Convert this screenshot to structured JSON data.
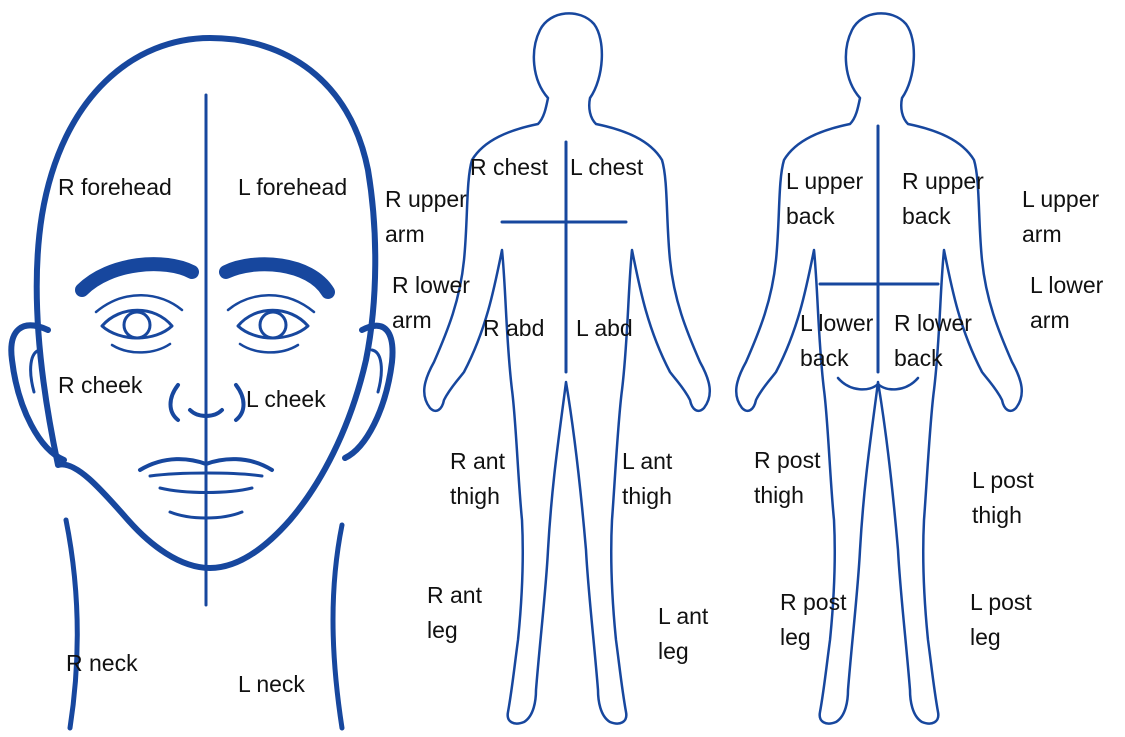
{
  "colors": {
    "outline": "#17479e",
    "divider": "#3d6db5",
    "text": "#111111",
    "background": "#ffffff"
  },
  "face": {
    "labels": {
      "r_forehead": "R forehead",
      "l_forehead": "L forehead",
      "r_cheek": "R cheek",
      "l_cheek": "L cheek",
      "r_neck": "R neck",
      "l_neck": "L neck"
    }
  },
  "front": {
    "labels": {
      "r_chest": "R chest",
      "l_chest": "L chest",
      "r_upper_arm": "R upper\narm",
      "r_lower_arm": "R lower\narm",
      "r_abd": "R abd",
      "l_abd": "L abd",
      "r_ant_thigh": "R ant\nthigh",
      "l_ant_thigh": "L ant\nthigh",
      "r_ant_leg": "R ant\nleg",
      "l_ant_leg": "L ant\nleg"
    }
  },
  "back": {
    "labels": {
      "l_upper_back": "L upper\nback",
      "r_upper_back": "R upper\nback",
      "l_upper_arm": "L upper\narm",
      "l_lower_arm": "L lower\narm",
      "l_lower_back": "L lower\nback",
      "r_lower_back": "R lower\nback",
      "r_post_thigh": "R post\nthigh",
      "l_post_thigh": "L post\nthigh",
      "r_post_leg": "R post\nleg",
      "l_post_leg": "L post\nleg"
    }
  }
}
